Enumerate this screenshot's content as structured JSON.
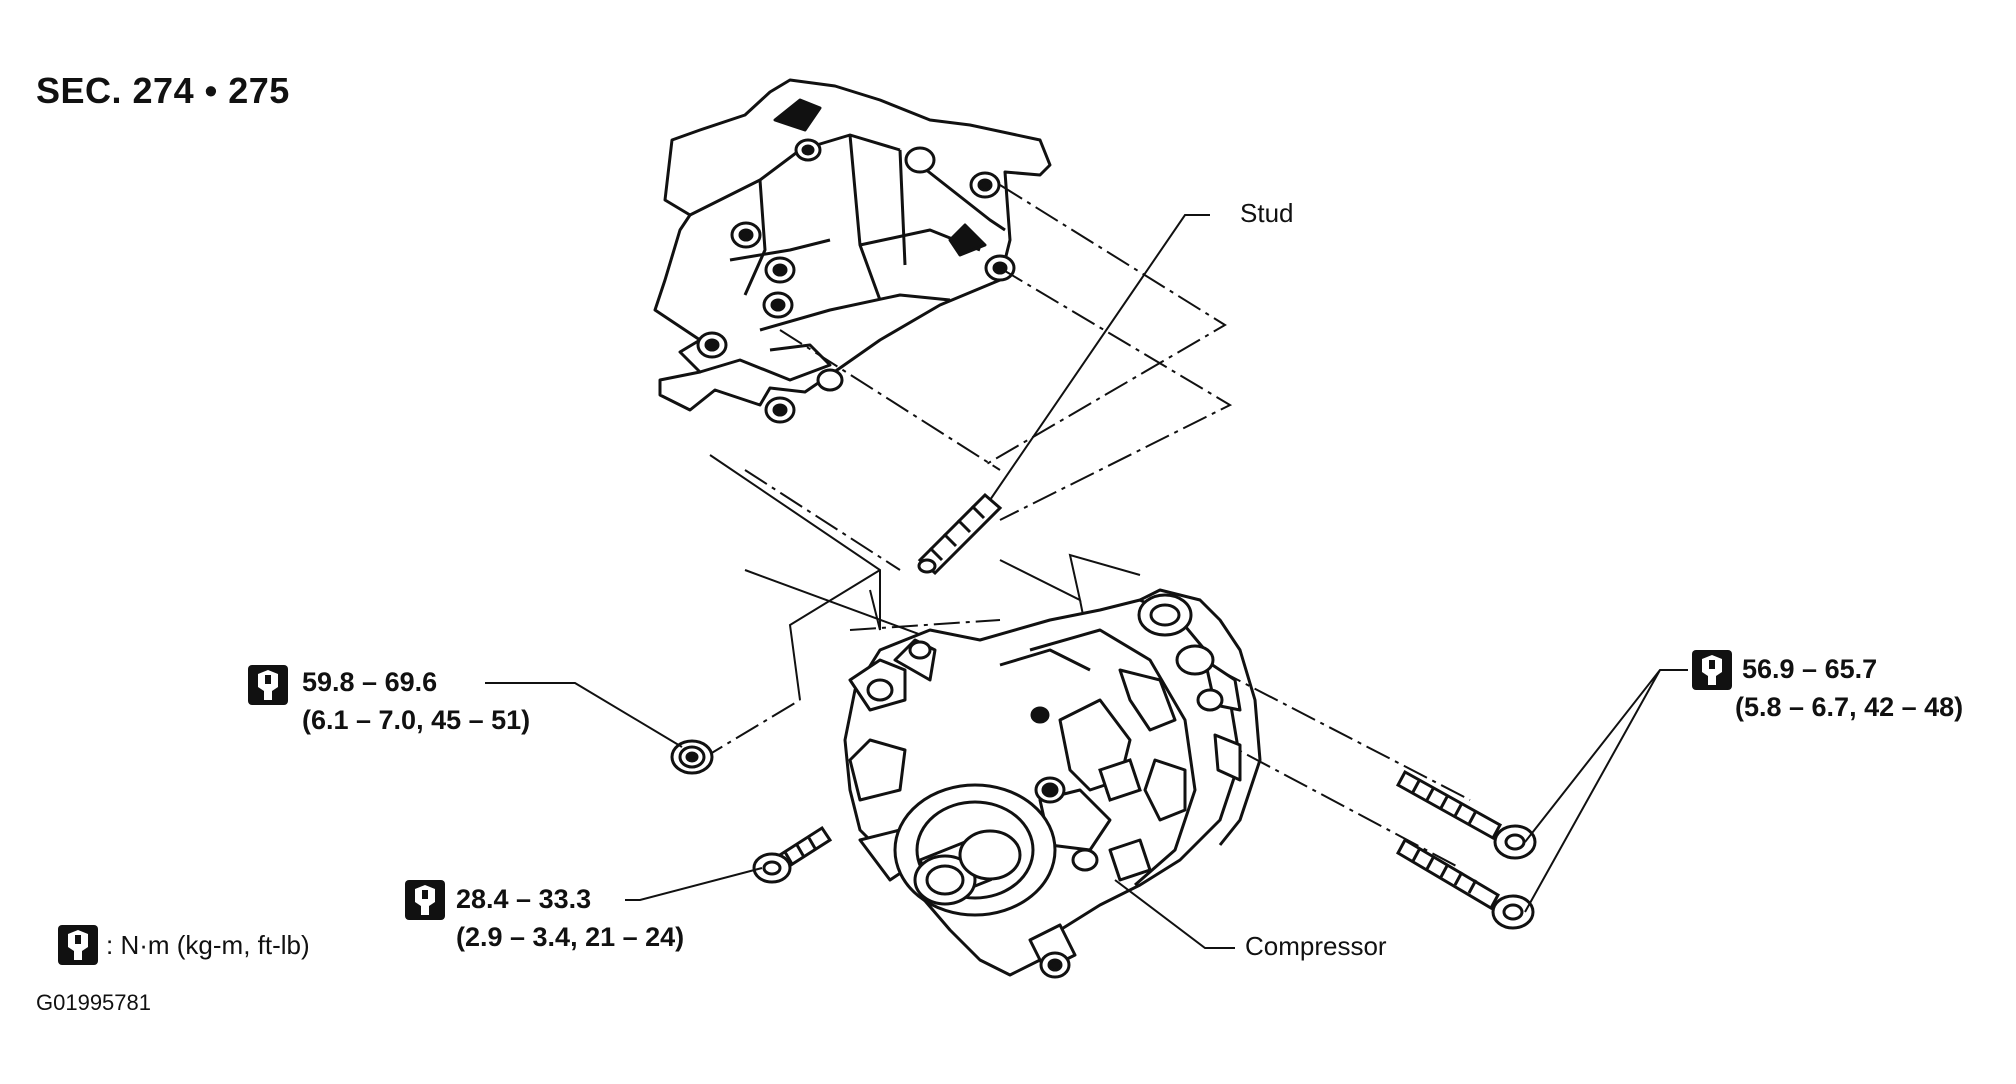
{
  "section_label": "SEC. 274 • 275",
  "labels": {
    "stud": "Stud",
    "compressor": "Compressor"
  },
  "torque_specs": [
    {
      "id": "nut",
      "primary": "59.8 – 69.6",
      "secondary": "(6.1 – 7.0, 45 – 51)"
    },
    {
      "id": "lower-bolt",
      "primary": "28.4 – 33.3",
      "secondary": "(2.9 – 3.4, 21 – 24)"
    },
    {
      "id": "long-bolts",
      "primary": "56.9 – 65.7",
      "secondary": "(5.8 – 6.7, 42 – 48)"
    }
  ],
  "legend": {
    "text": ": N·m (kg-m, ft-lb)",
    "icon": "torque-wrench-icon"
  },
  "figure_code": "G01995781",
  "colors": {
    "ink": "#111111",
    "paper": "#ffffff"
  }
}
